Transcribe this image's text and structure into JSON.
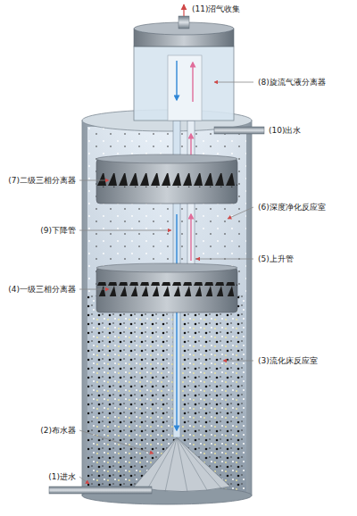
{
  "diagram": {
    "labels": [
      "(11)沼气收集",
      "(8)旋流气液分离器",
      "(10)出水",
      "(7)二级三相分离器",
      "(6)深度净化反应室",
      "(9)下降管",
      "(5)上升管",
      "(4)一级三相分离器",
      "(3)流化床反应室",
      "(2)布水器",
      "(1)进水"
    ]
  }
}
